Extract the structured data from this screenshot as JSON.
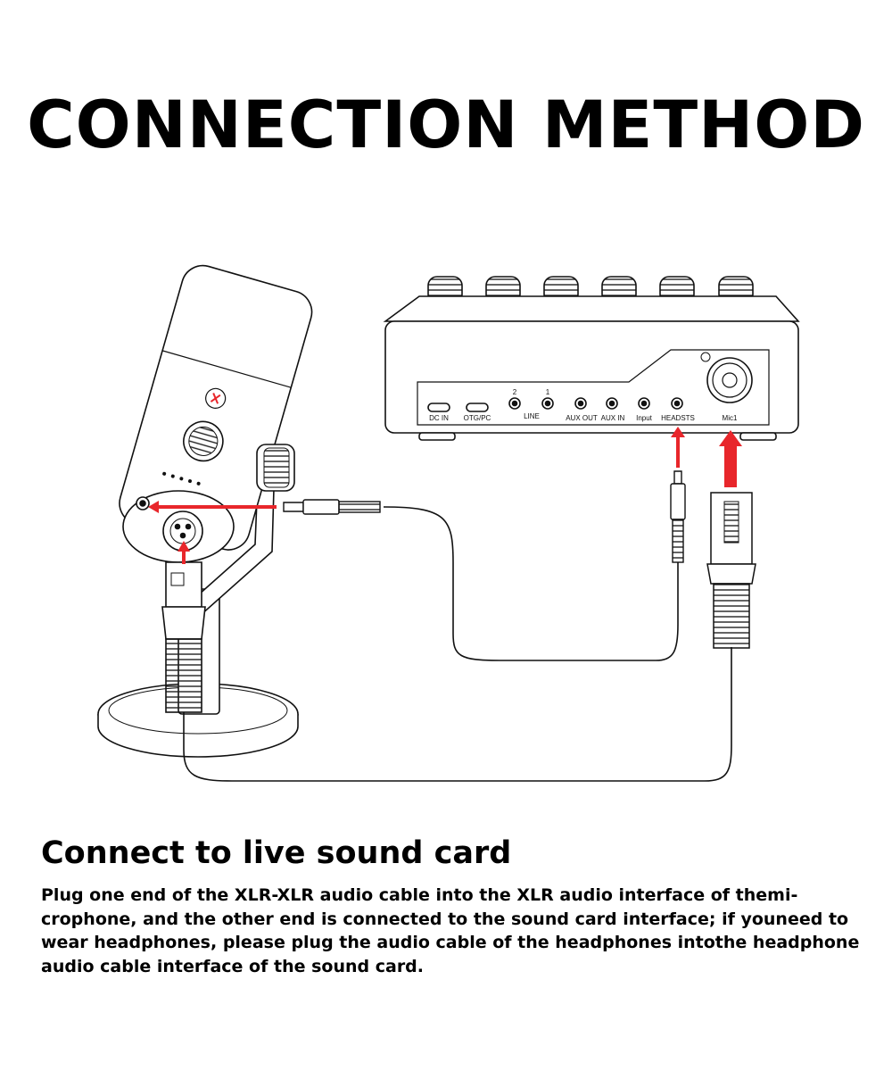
{
  "title": "CONNECTION METHOD",
  "subtitle": "Connect to live sound card",
  "description": "Plug one end of the XLR-XLR audio cable into the XLR audio interface of themi-crophone, and the other end is connected to the sound card interface; if youneed to wear headphones, please plug the audio cable of the headphones intothe headphone audio cable interface of the sound card.",
  "sound_card": {
    "ports": [
      {
        "label": "DC IN",
        "icon": "usb-c-port-icon"
      },
      {
        "label": "OTG/PC",
        "icon": "usb-c-port-icon"
      },
      {
        "label": "LINE",
        "icon": "jack-port-icon"
      },
      {
        "label": "AUX OUT",
        "icon": "jack-port-icon"
      },
      {
        "label": "AUX IN",
        "icon": "jack-port-icon"
      },
      {
        "label": "Input",
        "icon": "jack-port-icon"
      },
      {
        "label": "HEADSTS",
        "icon": "jack-port-icon"
      },
      {
        "label": "Mic1",
        "icon": "xlr-combo-port-icon"
      }
    ],
    "line_numbers": [
      "2",
      "1"
    ]
  },
  "colors": {
    "arrow": "#e8262b",
    "line": "#111111",
    "background": "#ffffff"
  }
}
